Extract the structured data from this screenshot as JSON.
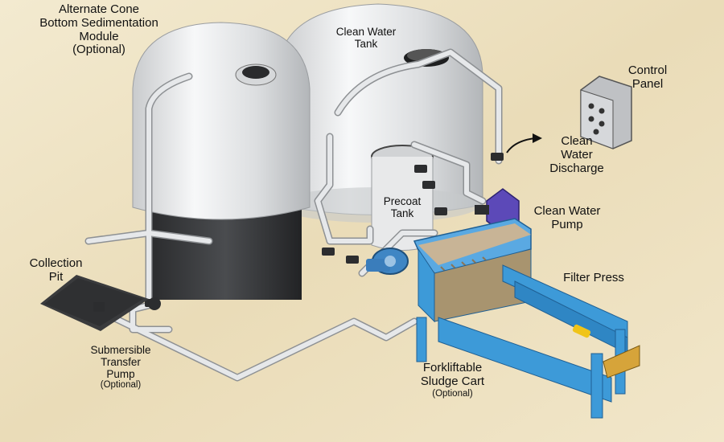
{
  "labels": {
    "cone_module": {
      "line1": "Alternate Cone",
      "line2": "Bottom Sedimentation",
      "line3": "Module",
      "line4": "(Optional)"
    },
    "clean_water_tank": {
      "line1": "Clean Water",
      "line2": "Tank"
    },
    "control_panel": {
      "line1": "Control",
      "line2": "Panel"
    },
    "clean_water_discharge": {
      "line1": "Clean",
      "line2": "Water",
      "line3": "Discharge"
    },
    "precoat_tank": {
      "line1": "Precoat",
      "line2": "Tank"
    },
    "clean_water_pump": {
      "line1": "Clean Water",
      "line2": "Pump"
    },
    "collection_pit": {
      "line1": "Collection",
      "line2": "Pit"
    },
    "filter_press": {
      "line1": "Filter Press"
    },
    "submersible_pump": {
      "line1": "Submersible",
      "line2": "Transfer",
      "line3": "Pump",
      "line4": "(Optional)"
    },
    "sludge_cart": {
      "line1": "Forkliftable",
      "line2": "Sludge Cart",
      "line3": "(Optional)"
    }
  },
  "colors": {
    "background": "#efe4c6",
    "tank_body": "#d9dbdc",
    "tank_base": "#2f3133",
    "filter_frame": "#3d9ad8",
    "filter_plates": "#b9a585",
    "pump_purple": "#5c49b8",
    "pump_blue": "#3f86c4",
    "pipe": "#e2e4e6",
    "accent_yellow": "#f0c419"
  },
  "icons": [
    "arrow-right-icon",
    "control-panel-icon"
  ]
}
